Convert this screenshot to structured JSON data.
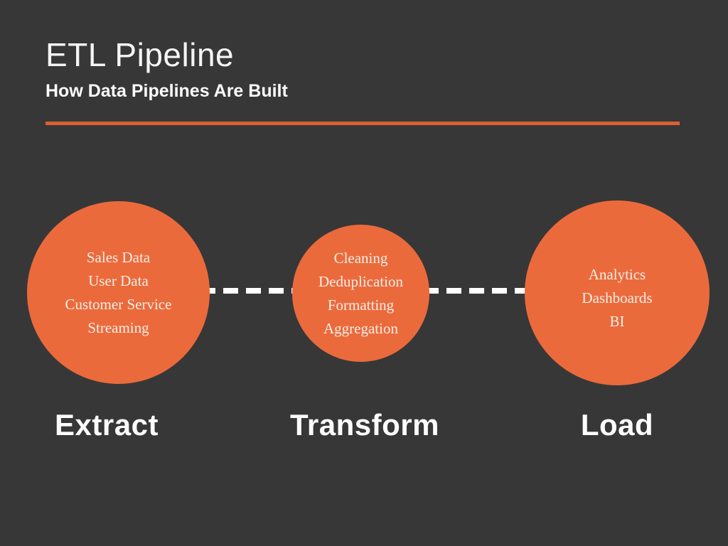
{
  "slide": {
    "title": "ETL Pipeline",
    "subtitle": "How Data Pipelines Are Built"
  },
  "colors": {
    "background": "#373737",
    "circle_orange": "#EB6A3C",
    "divider_orange": "#DD5F2F",
    "heading_white": "#F5F5F5",
    "circle_text_white": "#F8EFE7",
    "connector_white": "#FFFFFF"
  },
  "stages": [
    {
      "name": "Extract",
      "items": [
        "Sales Data",
        "User Data",
        "Customer Service",
        "Streaming"
      ]
    },
    {
      "name": "Transform",
      "items": [
        "Cleaning",
        "Deduplication",
        "Formatting",
        "Aggregation"
      ]
    },
    {
      "name": "Load",
      "items": [
        "Analytics",
        "Dashboards",
        "BI"
      ]
    }
  ]
}
